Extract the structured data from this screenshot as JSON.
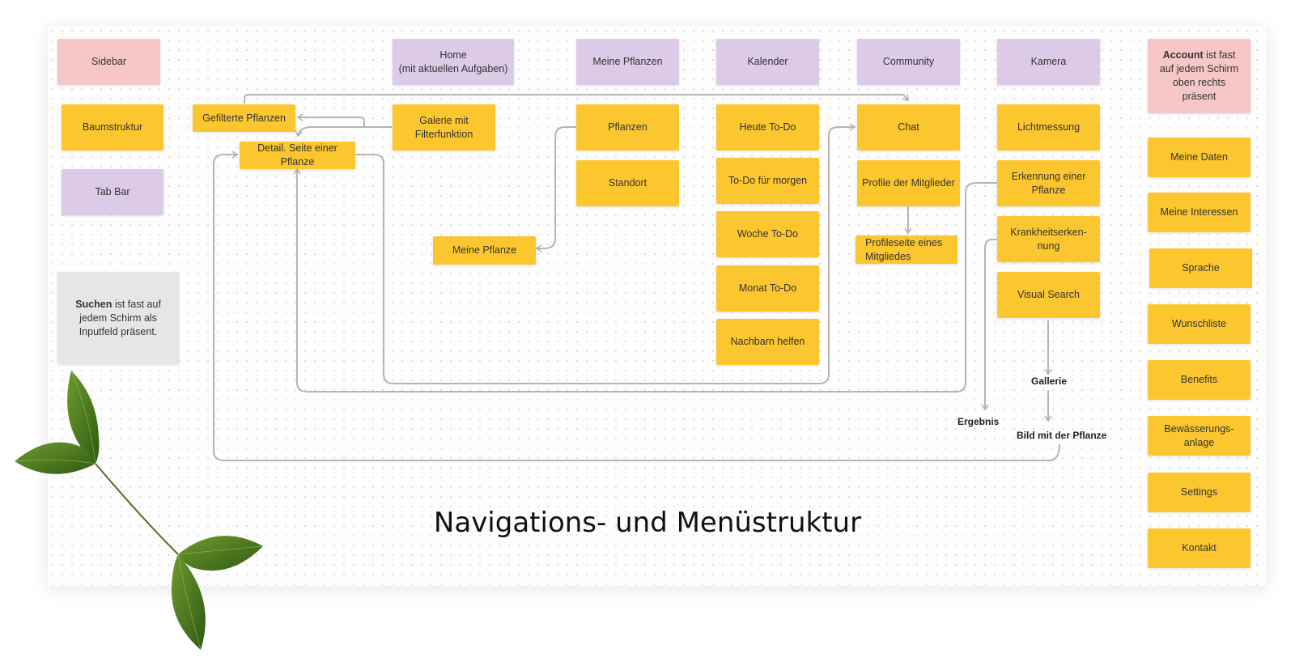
{
  "title": "Navigations- und Menüstruktur",
  "colors": {
    "yellow": "#fcc72e",
    "purple": "#dccae6",
    "pink": "#f7c6c7",
    "grey": "#e6e6e6",
    "arrow": "#b4b4b4"
  },
  "legend": {
    "sidebar": "Sidebar",
    "baumstruktur": "Baumstruktur",
    "tabbar": "Tab Bar",
    "search_note_bold": "Suchen",
    "search_note_rest": " ist fast auf jedem Schirm  als Inputfeld präsent."
  },
  "tabs": {
    "home": "Home\n(mit aktuellen Aufgaben)",
    "meine_pflanzen": "Meine Pflanzen",
    "kalender": "Kalender",
    "community": "Community",
    "kamera": "Kamera"
  },
  "home": {
    "galerie": "Galerie mit\nFilterfunktion",
    "gefilterte": "Gefilterte Pflanzen",
    "detail": "Detail. Seite einer Pflanze"
  },
  "meine_pflanzen": {
    "pflanzen": "Pflanzen",
    "standort": "Standort",
    "meine_pflanze": "Meine Pflanze"
  },
  "kalender": {
    "items": [
      "Heute To-Do",
      "To-Do für morgen",
      "Woche To-Do",
      "Monat To-Do",
      "Nachbarn helfen"
    ]
  },
  "community": {
    "chat": "Chat",
    "profile": "Profile der Mitglieder",
    "profileseite": "Profileseite eines\nMitgliedes"
  },
  "kamera": {
    "lichtmessung": "Lichtmessung",
    "erkennung": "Erkennung einer\nPflanze",
    "krankheit": "Krankheitserken-\nnung",
    "visual_search": "Visual Search",
    "gallerie": "Gallerie",
    "ergebnis": "Ergebnis",
    "bild": "Bild mit der Pflanze"
  },
  "account": {
    "note_bold": "Account",
    "note_rest": " ist fast auf jedem Schirm oben rechts präsent",
    "items": [
      "Meine Daten",
      "Meine Interessen",
      "Sprache",
      "Wunschliste",
      "Benefits",
      "Bewässerungs-\nanlage",
      "Settings",
      "Kontakt"
    ]
  }
}
